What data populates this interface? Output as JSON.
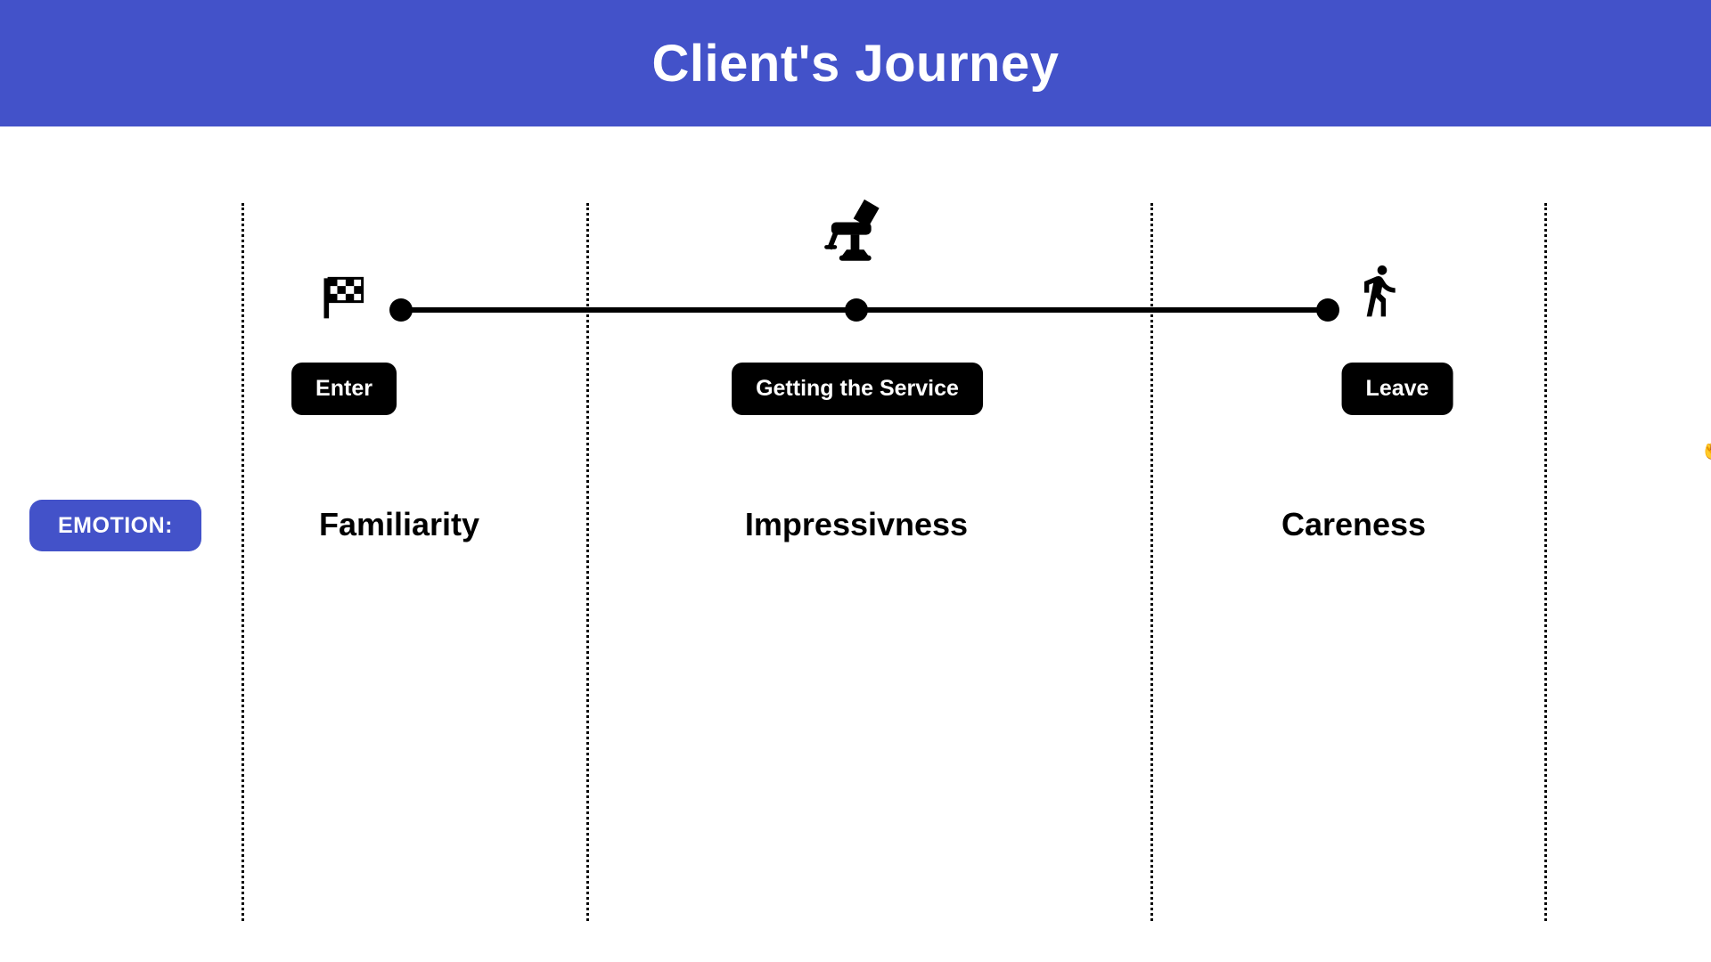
{
  "header": {
    "title": "Client's Journey",
    "background_color": "#4352c9",
    "text_color": "#ffffff"
  },
  "timeline": {
    "line_color": "#000000",
    "stations": [
      {
        "label": "Enter",
        "icon": "checkered-flag-icon",
        "emotion": "Familiarity"
      },
      {
        "label": "Getting the Service",
        "icon": "barber-chair-icon",
        "emotion": "Impressivness"
      },
      {
        "label": "Leave",
        "icon": "walking-person-icon",
        "emotion": "Careness"
      }
    ],
    "pill_background": "#000000",
    "pill_text_color": "#ffffff"
  },
  "emotion_row": {
    "badge_label": "EMOTION:",
    "badge_background": "#4352c9",
    "badge_text_color": "#ffffff"
  }
}
